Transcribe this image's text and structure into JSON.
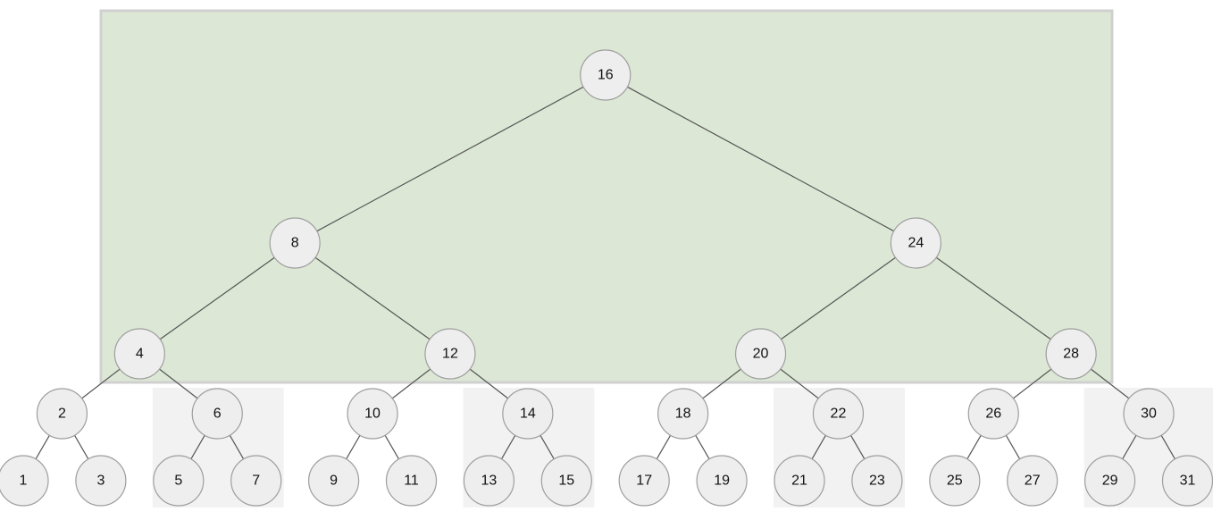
{
  "diagram": {
    "highlight_color": "#dce8d5",
    "highlight_border_color": "#d0d0d0",
    "subtree_box_color": "#f2f2f2",
    "node_fill": "#eeeeee",
    "node_stroke": "#9e9e9e",
    "root": "16",
    "nodes": [
      "16",
      "8",
      "24",
      "4",
      "12",
      "20",
      "28",
      "2",
      "6",
      "10",
      "14",
      "18",
      "22",
      "26",
      "30",
      "1",
      "3",
      "5",
      "7",
      "9",
      "11",
      "13",
      "15",
      "17",
      "19",
      "21",
      "23",
      "25",
      "27",
      "29",
      "31"
    ],
    "edges": [
      [
        "16",
        "8"
      ],
      [
        "16",
        "24"
      ],
      [
        "8",
        "4"
      ],
      [
        "8",
        "12"
      ],
      [
        "24",
        "20"
      ],
      [
        "24",
        "28"
      ],
      [
        "4",
        "2"
      ],
      [
        "4",
        "6"
      ],
      [
        "12",
        "10"
      ],
      [
        "12",
        "14"
      ],
      [
        "20",
        "18"
      ],
      [
        "20",
        "22"
      ],
      [
        "28",
        "26"
      ],
      [
        "28",
        "30"
      ],
      [
        "2",
        "1"
      ],
      [
        "2",
        "3"
      ],
      [
        "6",
        "5"
      ],
      [
        "6",
        "7"
      ],
      [
        "10",
        "9"
      ],
      [
        "10",
        "11"
      ],
      [
        "14",
        "13"
      ],
      [
        "14",
        "15"
      ],
      [
        "18",
        "17"
      ],
      [
        "18",
        "19"
      ],
      [
        "22",
        "21"
      ],
      [
        "22",
        "23"
      ],
      [
        "26",
        "25"
      ],
      [
        "26",
        "27"
      ],
      [
        "30",
        "29"
      ],
      [
        "30",
        "31"
      ]
    ],
    "shaded_subtrees": [
      "6",
      "14",
      "22",
      "30"
    ]
  }
}
